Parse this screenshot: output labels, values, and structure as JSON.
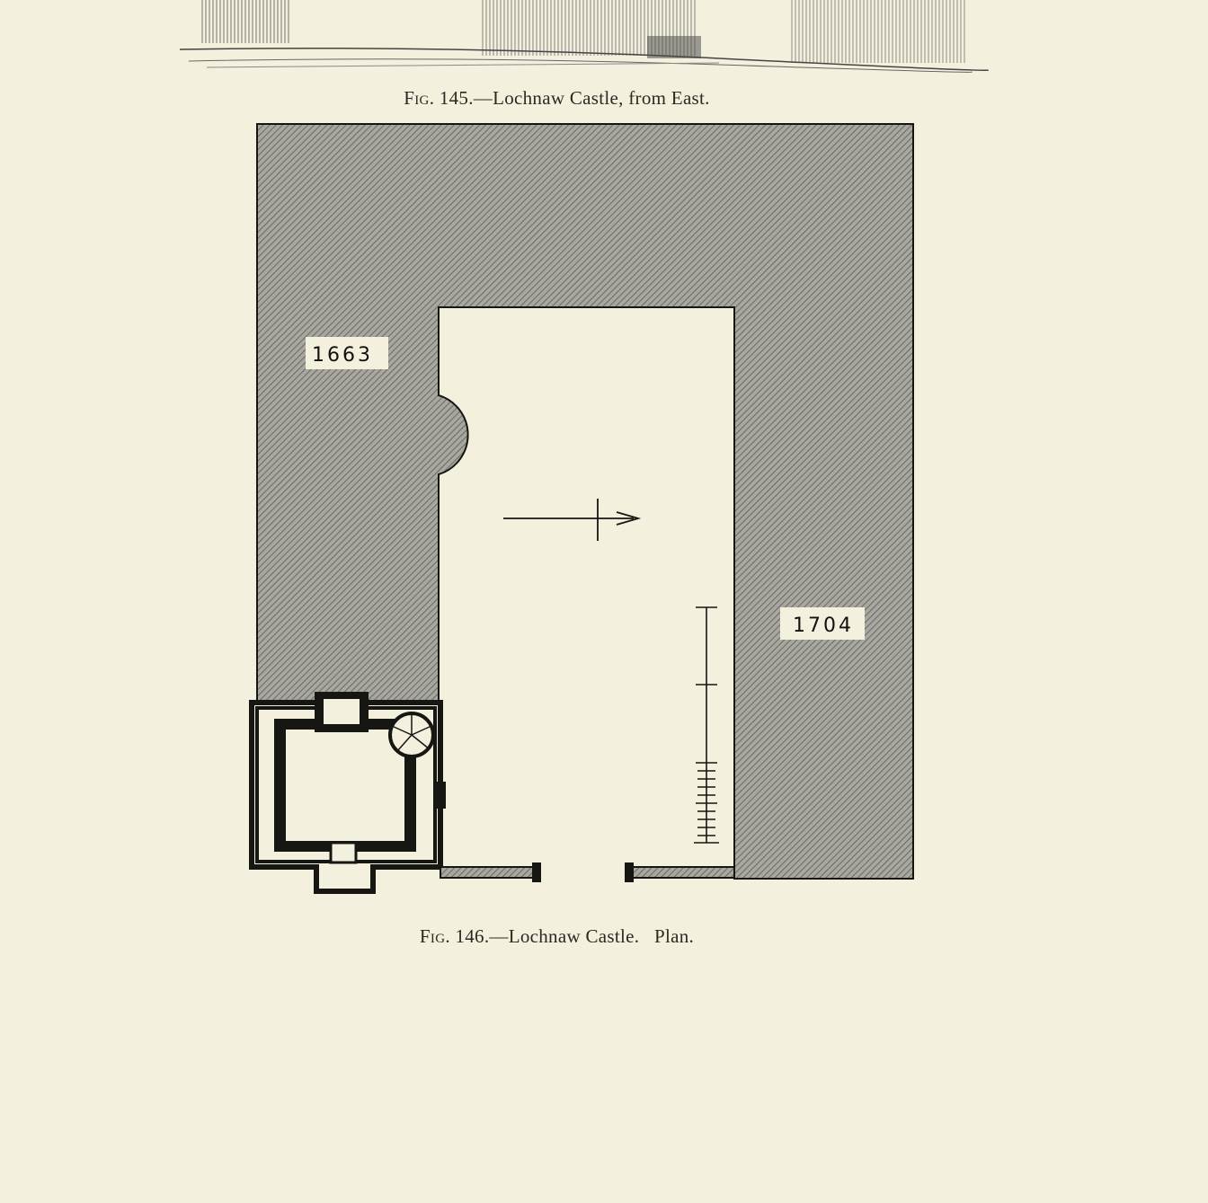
{
  "fig145": {
    "prefix": "Fig.",
    "number": "145.",
    "text": "—Lochnaw Castle, from East."
  },
  "fig146": {
    "prefix": "Fig.",
    "number": "146.",
    "text": "—Lochnaw Castle.   Plan."
  },
  "plan": {
    "label_west": "1663",
    "label_east": "1704"
  },
  "colors": {
    "paper": "#f3f0dd",
    "hatch": "#8f8f88",
    "ink": "#161612"
  }
}
